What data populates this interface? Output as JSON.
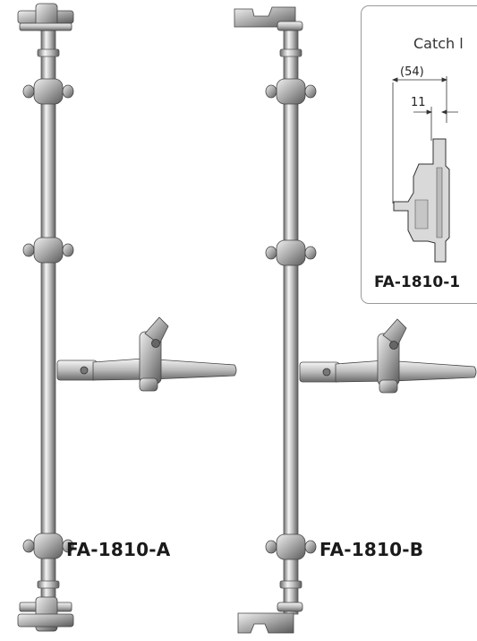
{
  "products": [
    {
      "model": "FA-1810-A"
    },
    {
      "model": "FA-1810-B"
    }
  ],
  "callout": {
    "title": "Catch l",
    "model": "FA-1810-1",
    "dimensions": {
      "overall": "(54)",
      "offset": "11"
    }
  },
  "colors": {
    "metal_light": "#f2f2f2",
    "metal_mid": "#b9b9b9",
    "metal_dark": "#6f6f6f",
    "outline": "#333333",
    "border": "#9a9a9a",
    "text": "#1a1a1a"
  }
}
